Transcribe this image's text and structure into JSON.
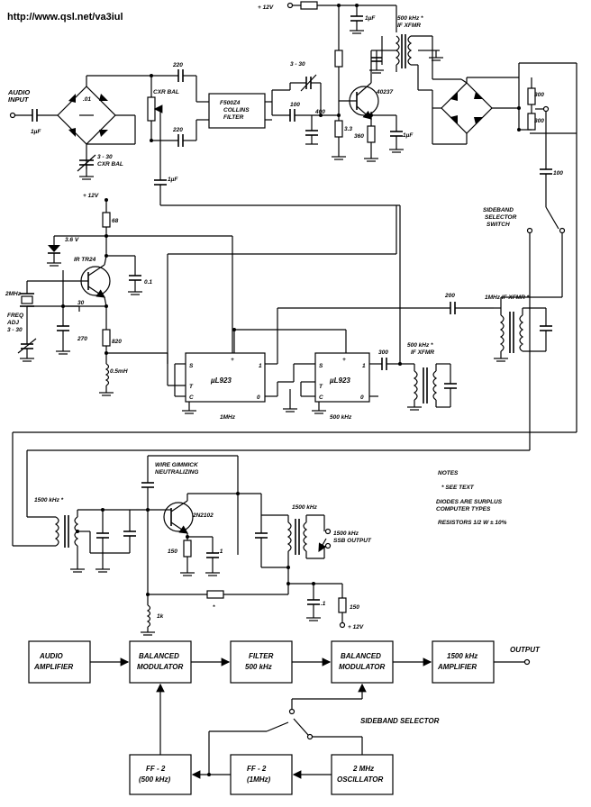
{
  "header": {
    "url": "http://www.qsl.net/va3iul"
  },
  "labels": {
    "audio_input": "AUDIO\nINPUT",
    "c_1uf_in": "1µF",
    "c_01": ".01",
    "cxr_bal_top": "CXR BAL",
    "cxr_bal_trim": "3 - 30\nCXR BAL",
    "c_220_top": "220",
    "c_220_bot": "220",
    "filter_box": "F500Z4\nCOLLINS\nFILTER",
    "trim_3_30": "3 - 30",
    "c_100_mid": "100",
    "c_400": "400",
    "r_33": "3.3",
    "r_360": "360",
    "c_1uf_emit": "1µF",
    "plus12_top": "+ 12V",
    "c_1uf_top": "1µF",
    "xfmr_500_top": "500 kHz *\nIF XFMR",
    "trans_40237": "40237",
    "r_300a": "300",
    "r_300b": "300",
    "c_100_sel": "100",
    "sideband_switch": "SIDEBAND\nSELECTOR\nSWITCH",
    "c_1uf_bal": "1µF",
    "plus12_osc": "+ 12V",
    "r_68": "68",
    "zener": "3.6 V",
    "trans_tr24": "IR  TR24",
    "xtal_2mhz": "2MHz",
    "c_30": "30",
    "freq_adj": "FREQ\nADJ\n3 - 30",
    "c_270": "270",
    "c_01_osc": "0.1",
    "r_820": "820",
    "l_05mh": "0.5mH",
    "c_200": "200",
    "xfmr_1mhz": "1MHz  IF  XFMR *",
    "ic_ul923_a": "µL923",
    "ic_ul923_b": "µL923",
    "ic_freq_a": "1MHz",
    "ic_freq_b": "500 kHz",
    "pin_s": "S",
    "pin_t": "T",
    "pin_c": "C",
    "pin_1": "1",
    "pin_0": "0",
    "pin_plus": "+",
    "c_300": "300",
    "xfmr_500_low": "500 kHz *\nIF XFMR",
    "xfmr_1500_in": "1500 kHz *",
    "wire_gimmick": "WIRE  GIMMICK\nNEUTRALIZING",
    "trans_2n2102": "2N2102",
    "r_150a": "150",
    "c_01_out": ".1",
    "xfmr_1500_out": "1500 kHz",
    "ssb_out": "1500 kHz\nSSB OUTPUT",
    "r_1k": "1k",
    "star": "*",
    "c_01_b": ".1",
    "r_150b": "150",
    "plus12_out": "+ 12V",
    "notes": "NOTES",
    "see_text": "*  SEE  TEXT",
    "diodes": "DIODES  ARE  SURPLUS\nCOMPUTER  TYPES",
    "resistors": "RESISTORS  1/2 W  ± 10%"
  },
  "blocks": {
    "audio_amp": "AUDIO\nAMPLIFIER",
    "bal_mod_1": "BALANCED\nMODULATOR",
    "filter": "FILTER\n500 kHz",
    "bal_mod_2": "BALANCED\nMODULATOR",
    "amp_1500": "1500 kHz\nAMPLIFIER",
    "output": "OUTPUT",
    "sideband_selector": "SIDEBAND  SELECTOR",
    "ff_500": "FF  - 2\n(500 kHz)",
    "ff_1mhz": "FF  - 2\n(1MHz)",
    "osc_2mhz": "2 MHz\nOSCILLATOR"
  }
}
